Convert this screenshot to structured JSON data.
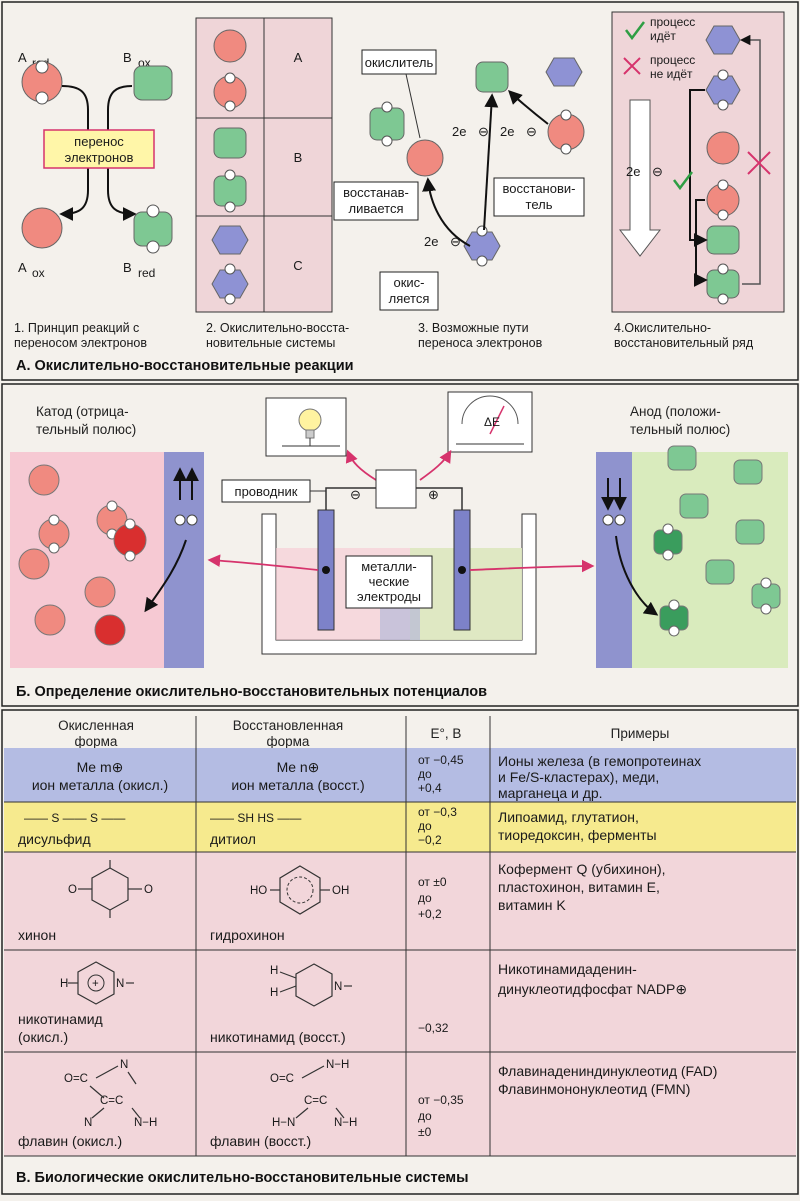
{
  "sectionA": {
    "title": "А. Окислительно-восстановительные реакции",
    "panel1": {
      "a_red": "A",
      "a_red_sub": "red",
      "b_ox": "B",
      "b_ox_sub": "ox",
      "a_ox": "A",
      "a_ox_sub": "ox",
      "b_red": "B",
      "b_red_sub": "red",
      "transfer_line1": "перенос",
      "transfer_line2": "электронов",
      "caption_line1": "1. Принцип реакций с",
      "caption_line2": "переносом электронов"
    },
    "panel2": {
      "rows": [
        "A",
        "B",
        "C"
      ],
      "caption_line1": "2. Окислительно-восста-",
      "caption_line2": "новительные системы"
    },
    "panel3": {
      "oxidizer": "окислитель",
      "reduced_line1": "восстанав-",
      "reduced_line2": "ливается",
      "reducer_line1": "восстанови-",
      "reducer_line2": "тель",
      "oxidized_line1": "окис-",
      "oxidized_line2": "ляется",
      "e1": "2e",
      "e2": "2e",
      "e3": "2e",
      "caption_line1": "3. Возможные пути",
      "caption_line2": "переноса электронов"
    },
    "panel4": {
      "legend_yes_line1": "процесс",
      "legend_yes_line2": "идёт",
      "legend_no_line1": "процесс",
      "legend_no_line2": "не идёт",
      "e": "2e",
      "caption_line1": "4.Окислительно-",
      "caption_line2": "восстановительный ряд"
    }
  },
  "sectionB": {
    "title": "Б. Определение окислительно-восстановительных потенциалов",
    "cathode_line1": "Катод (отрица-",
    "cathode_line2": "тельный полюс)",
    "anode_line1": "Анод (положи-",
    "anode_line2": "тельный полюс)",
    "conductor": "проводник",
    "electrodes_line1": "металли-",
    "electrodes_line2": "ческие",
    "electrodes_line3": "электроды",
    "minus": "⊖",
    "plus": "⊕",
    "delta_e": "ΔE"
  },
  "sectionC": {
    "title": "В. Биологические окислительно-восстановительные системы",
    "headers": {
      "oxidized_line1": "Окисленная",
      "oxidized_line2": "форма",
      "reduced_line1": "Восстановленная",
      "reduced_line2": "форма",
      "potential": "E°, B",
      "examples": "Примеры"
    },
    "rows": [
      {
        "ox_top": "Me m⊕",
        "ox_name": "ион металла (окисл.)",
        "red_top": "Me n⊕",
        "red_name": "ион металла (восст.)",
        "pot": [
          "от −0,45",
          "до",
          "+0,4"
        ],
        "ex": [
          "Ионы железа (в гемопротеинах",
          "и Fe/S-кластерах), меди,",
          "марганеца и др."
        ],
        "color": "#b4bce3"
      },
      {
        "ox_top": "—— S —— S ——",
        "ox_name": "дисульфид",
        "red_top": "—— SH    HS ——",
        "red_name": "дитиол",
        "pot": [
          "от −0,3",
          "до",
          "−0,2"
        ],
        "ex": [
          "Липоамид, глутатион,",
          "тиоредоксин, ферменты"
        ],
        "color": "#f6ea8e"
      },
      {
        "ox_name": "хинон",
        "red_name": "гидрохинон",
        "pot": [
          "от ±0",
          "до",
          "+0,2"
        ],
        "ex": [
          "Кофермент Q (убихинон),",
          "пластохинон, витамин E,",
          "витамин K"
        ],
        "color": "#f2d6da"
      },
      {
        "ox_name_line1": "никотинамид",
        "ox_name_line2": "(окисл.)",
        "red_name": "никотинамид (восст.)",
        "pot": [
          "−0,32"
        ],
        "ex": [
          "Никотинамидаденин-",
          "динуклеотидфосфат NADP⊕"
        ],
        "color": "#f2d6da"
      },
      {
        "ox_name": "флавин (окисл.)",
        "red_name": "флавин (восст.)",
        "pot": [
          "от −0,35",
          "до",
          "±0"
        ],
        "ex": [
          "Флавинадениндинуклеотид (FAD)",
          "Флавинмононуклеотид (FMN)"
        ],
        "color": "#f2d6da"
      }
    ]
  },
  "colors": {
    "red": "#f08a80",
    "green": "#7ec893",
    "blue": "#8e92d4",
    "panel_pink": "#efd5d8",
    "cathode_bg": "#f6c9d3",
    "anode_bg": "#d9ebbd",
    "electrode": "#7d82c9"
  }
}
